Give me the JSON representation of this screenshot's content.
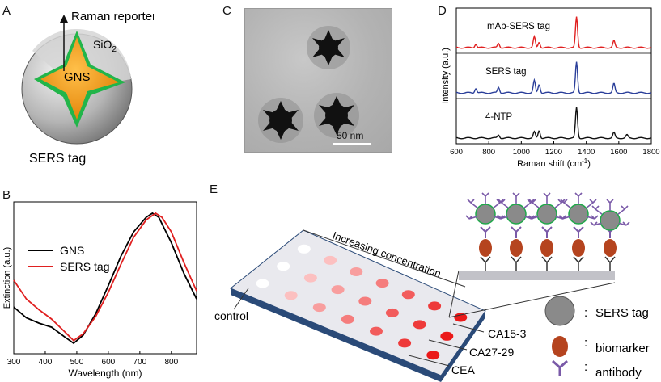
{
  "panels": {
    "A": {
      "letter": "A",
      "labels": {
        "reporter": "Raman reporter",
        "silica": "SiO",
        "silica_sub": "2",
        "core": "GNS",
        "caption": "SERS tag"
      }
    },
    "B": {
      "letter": "B",
      "chart_data": {
        "type": "line",
        "xlabel": "Wavelength (nm)",
        "ylabel": "Extinction (a.u.)",
        "xlim": [
          300,
          880
        ],
        "x_ticks": [
          "300",
          "400",
          "500",
          "600",
          "700",
          "800"
        ],
        "legend_position": "top-left",
        "series": [
          {
            "name": "GNS",
            "color": "#000000",
            "x": [
              300,
              340,
              380,
              420,
              460,
              490,
              520,
              560,
              600,
              640,
              680,
              720,
              740,
              760,
              800,
              840,
              880
            ],
            "y": [
              0.3,
              0.22,
              0.18,
              0.15,
              0.08,
              0.03,
              0.09,
              0.25,
              0.46,
              0.68,
              0.86,
              0.97,
              1.0,
              0.97,
              0.78,
              0.55,
              0.36
            ]
          },
          {
            "name": "SERS tag",
            "color": "#e02020",
            "x": [
              300,
              340,
              380,
              420,
              460,
              490,
              520,
              560,
              600,
              640,
              680,
              720,
              750,
              770,
              800,
              840,
              880
            ],
            "y": [
              0.5,
              0.36,
              0.28,
              0.21,
              0.12,
              0.05,
              0.1,
              0.23,
              0.41,
              0.62,
              0.82,
              0.95,
              1.0,
              0.97,
              0.86,
              0.63,
              0.42
            ]
          }
        ]
      }
    },
    "C": {
      "letter": "C",
      "scale_bar": "50 nm"
    },
    "D": {
      "letter": "D",
      "chart_data": {
        "type": "line",
        "xlabel": "Raman shift (cm",
        "xlabel_sup": "-1",
        "xlabel_end": ")",
        "ylabel": "Intensity (a.u.)",
        "xlim": [
          600,
          1800
        ],
        "x_ticks": [
          "600",
          "800",
          "1000",
          "1200",
          "1400",
          "1600",
          "1800"
        ],
        "series": [
          {
            "name": "mAb-SERS tag",
            "color": "#e02020",
            "peaks": [
              [
                720,
                0.12
              ],
              [
                860,
                0.14
              ],
              [
                1080,
                0.35
              ],
              [
                1110,
                0.18
              ],
              [
                1340,
                1.0
              ],
              [
                1570,
                0.22
              ]
            ]
          },
          {
            "name": "SERS tag",
            "color": "#2b3f9a",
            "peaks": [
              [
                720,
                0.15
              ],
              [
                860,
                0.18
              ],
              [
                1080,
                0.4
              ],
              [
                1110,
                0.28
              ],
              [
                1340,
                1.0
              ],
              [
                1570,
                0.3
              ]
            ]
          },
          {
            "name": "4-NTP",
            "color": "#111111",
            "peaks": [
              [
                860,
                0.1
              ],
              [
                1080,
                0.2
              ],
              [
                1110,
                0.25
              ],
              [
                1340,
                1.0
              ],
              [
                1570,
                0.18
              ],
              [
                1650,
                0.1
              ]
            ]
          }
        ]
      }
    },
    "E": {
      "letter": "E",
      "labels": {
        "increasing": "Increasing concentration",
        "control": "control",
        "row1": "CA15-3",
        "row2": "CA27-29",
        "row3": "CEA"
      },
      "legend": [
        {
          "symbol": ":",
          "label": "SERS tag"
        },
        {
          "symbol": ":",
          "label": "biomarker"
        },
        {
          "symbol": ":",
          "label": "antibody"
        }
      ]
    }
  }
}
